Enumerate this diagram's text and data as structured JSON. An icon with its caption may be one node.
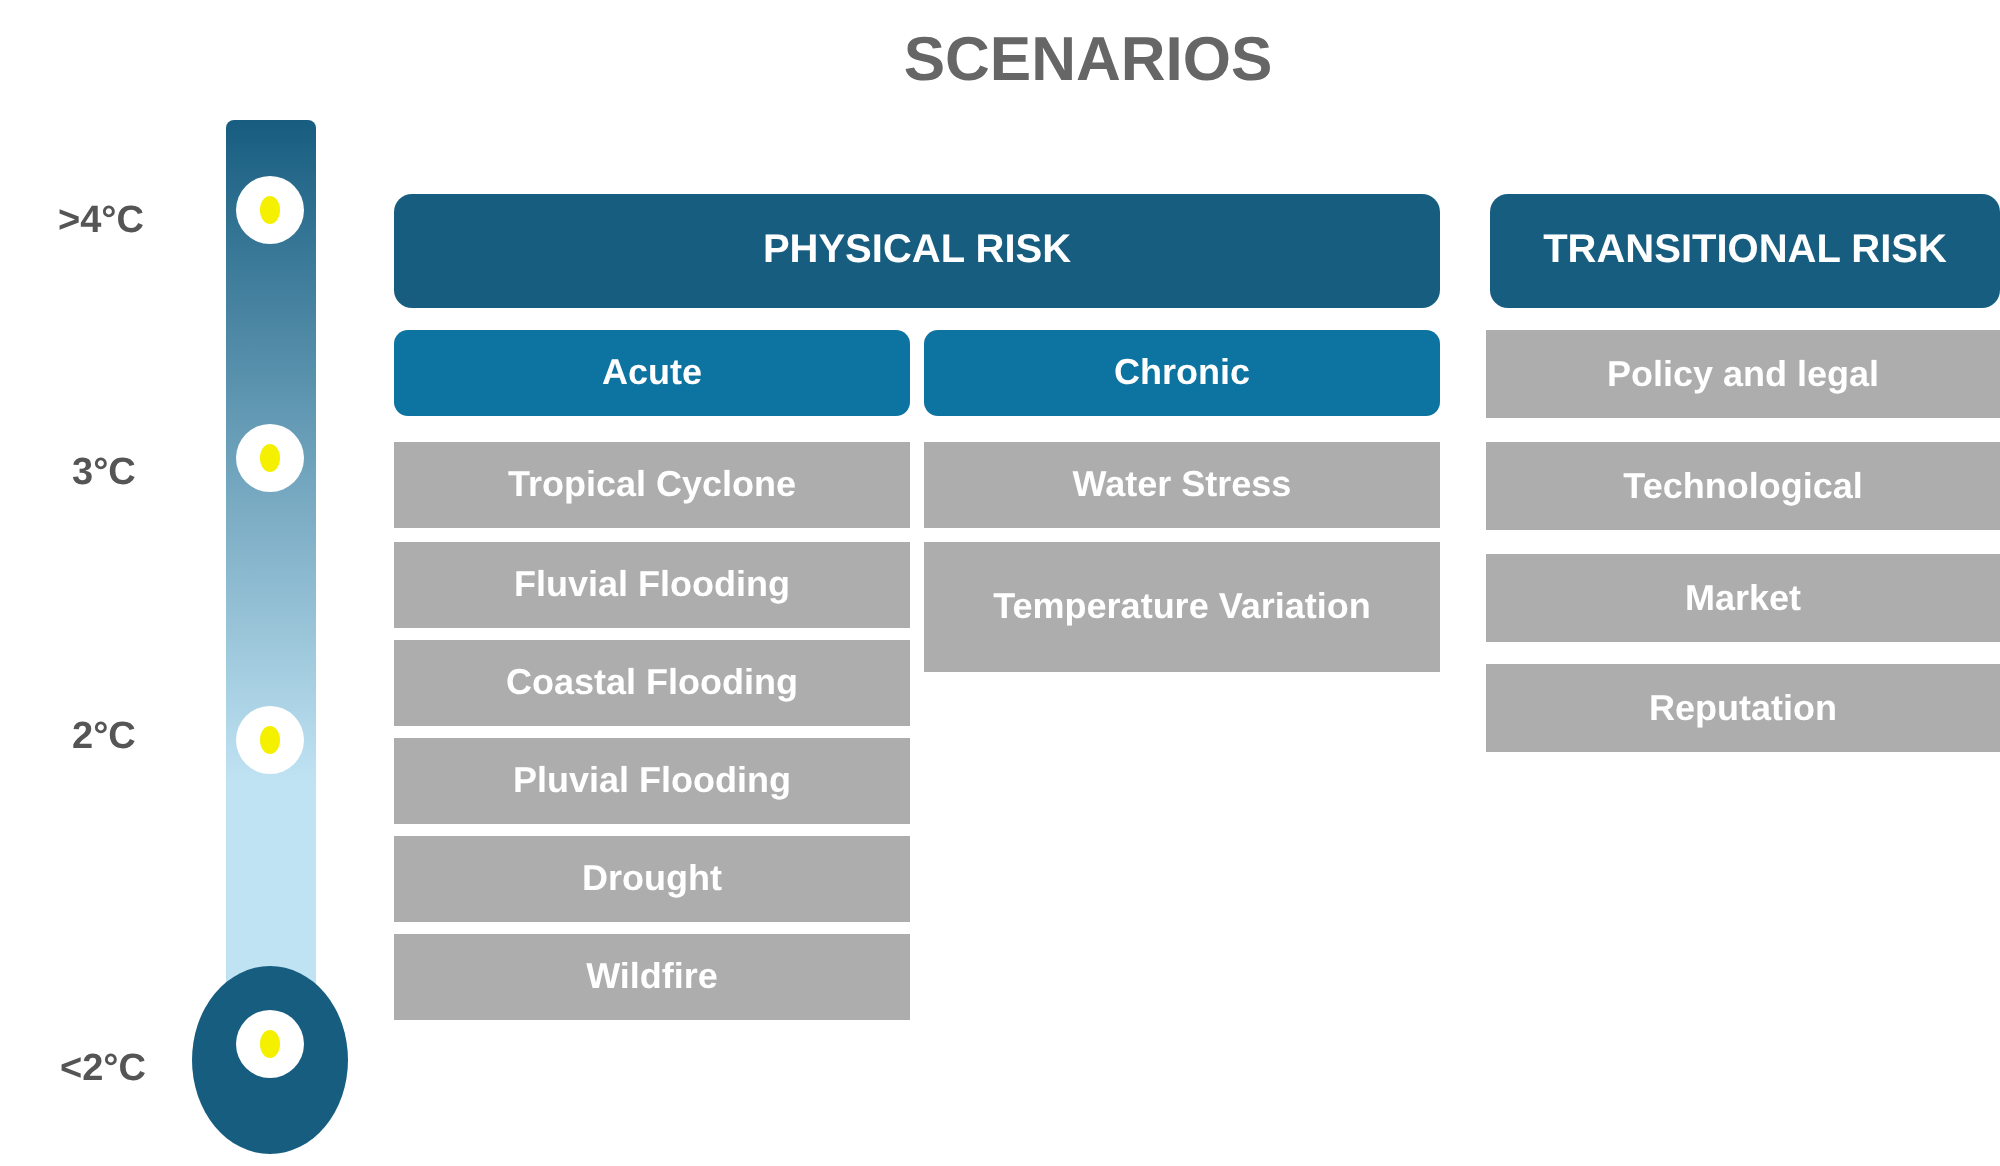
{
  "diagram": {
    "title": "SCENARIOS",
    "nodes": [
      {
        "text": [
          "PHYSICAL RISK"
        ]
      },
      {
        "text": [
          "Acute"
        ]
      },
      {
        "text": [
          "Chronic"
        ]
      },
      {
        "text": [
          "Tropical Cyclone"
        ]
      },
      {
        "text": [
          "Fluvial Flooding"
        ]
      },
      {
        "text": [
          "Coastal Flooding"
        ]
      },
      {
        "text": [
          "Pluvial Flooding"
        ]
      },
      {
        "text": [
          "Drought"
        ]
      },
      {
        "text": [
          "Wildfire"
        ]
      },
      {
        "text": [
          "Water Stress"
        ]
      },
      {
        "text": [
          "Temperature Variation"
        ]
      },
      {
        "text": [
          "TRANSITIONAL RISK"
        ]
      },
      {
        "text": [
          "Policy and legal"
        ]
      },
      {
        "text": [
          "Technological"
        ]
      },
      {
        "text": [
          "Market"
        ]
      },
      {
        "text": [
          "Reputation"
        ]
      }
    ],
    "labels": [
      ">4°C",
      "3°C",
      "2°C",
      "<2°C"
    ]
  }
}
